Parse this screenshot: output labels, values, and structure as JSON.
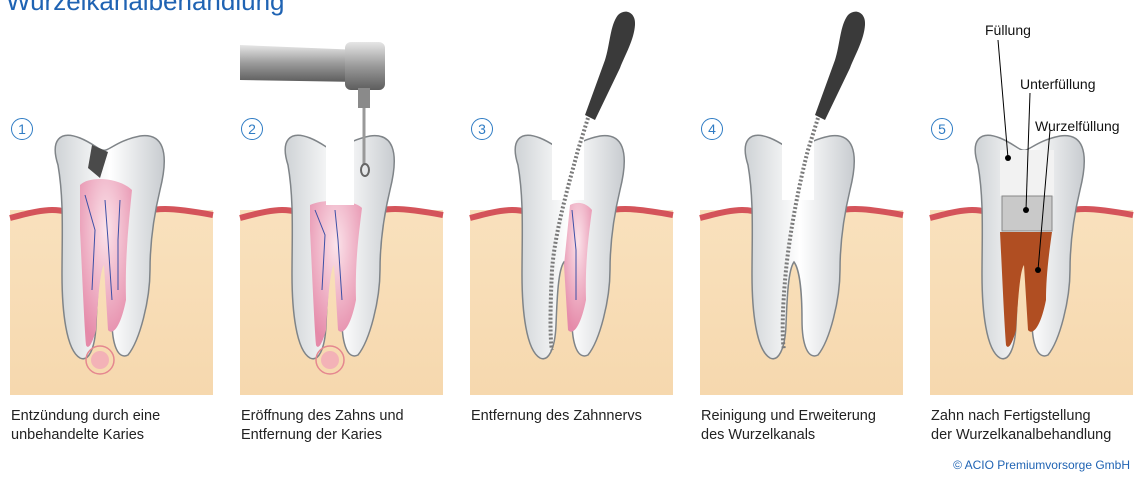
{
  "title": "Wurzelkanalbehandlung",
  "panels": [
    {
      "number": "1",
      "caption_line1": "Entzündung durch eine",
      "caption_line2": "unbehandelte Karies"
    },
    {
      "number": "2",
      "caption_line1": "Eröffnung des Zahns und",
      "caption_line2": "Entfernung der Karies"
    },
    {
      "number": "3",
      "caption_line1": "Entfernung des Zahnnervs",
      "caption_line2": ""
    },
    {
      "number": "4",
      "caption_line1": "Reinigung und Erweiterung",
      "caption_line2": "des Wurzelkanals"
    },
    {
      "number": "5",
      "caption_line1": "Zahn nach Fertigstellung",
      "caption_line2": "der Wurzelkanalbehandlung"
    }
  ],
  "labels": {
    "fuellung": "Füllung",
    "unterfuellung": "Unterfüllung",
    "wurzelfuellung": "Wurzelfüllung"
  },
  "copyright": "© ACIO Premiumvorsorge GmbH",
  "colors": {
    "title": "#1f63b3",
    "gum": "#f7dcb5",
    "gum_edge": "#d4545a",
    "pulp": "#f3b7c8",
    "root_fill": "#b04e22",
    "instrument": "#3a3a3a"
  }
}
